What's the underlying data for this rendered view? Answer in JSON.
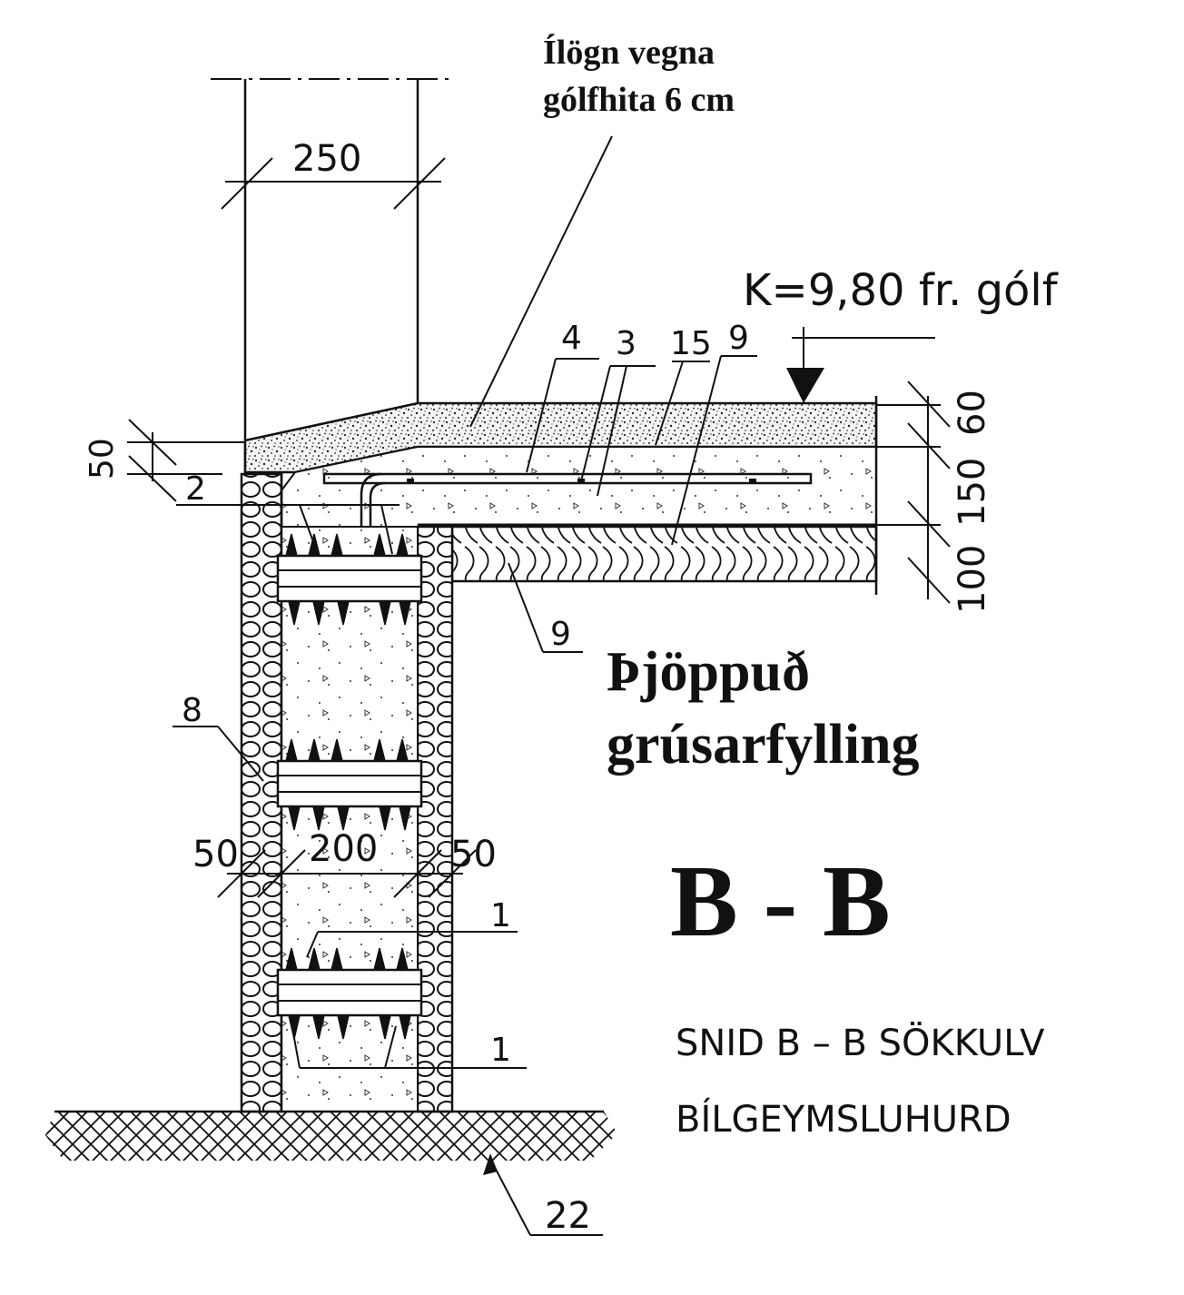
{
  "notes": {
    "screed_note_line1": "Ílögn vegna",
    "screed_note_line2": "gólfhita 6 cm",
    "fill_note_line1": "Þjöppuð",
    "fill_note_line2": "grúsarfylling"
  },
  "level": {
    "label": "K=9,80  fr.  gólf"
  },
  "dimensions": {
    "wall_width": "250",
    "step": "50",
    "screed": "60",
    "slab": "150",
    "insulation": "100",
    "wall_left": "50",
    "wall_core": "200",
    "wall_right": "50"
  },
  "callouts": {
    "c4": "4",
    "c3": "3",
    "c15": "15",
    "c9_top": "9",
    "c2": "2",
    "c9_bottom": "9",
    "c8": "8",
    "c1_upper": "1",
    "c1_lower": "1",
    "c22": "22"
  },
  "section": {
    "title": "B - B",
    "caption_line1": "SNID  B  –  B  SÖKKULV",
    "caption_line2": "BÍLGEYMSLUHURD"
  }
}
